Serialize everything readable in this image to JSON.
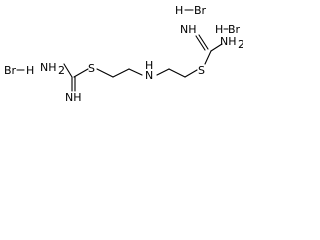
{
  "atoms": {
    "hbr_left": "Br",
    "hbr_left_h": "H",
    "hbr_top_right": "H",
    "hbr_top_right_br": "Br",
    "hbr_right": "H",
    "hbr_right_br": "Br",
    "left_nh2": "NH",
    "left_nh2_sub": "2",
    "left_imine": "NH",
    "left_s": "S",
    "central_n": "N",
    "central_h": "H",
    "right_s": "S",
    "right_imine": "NH",
    "right_nh2": "NH",
    "right_nh2_sub": "2"
  }
}
